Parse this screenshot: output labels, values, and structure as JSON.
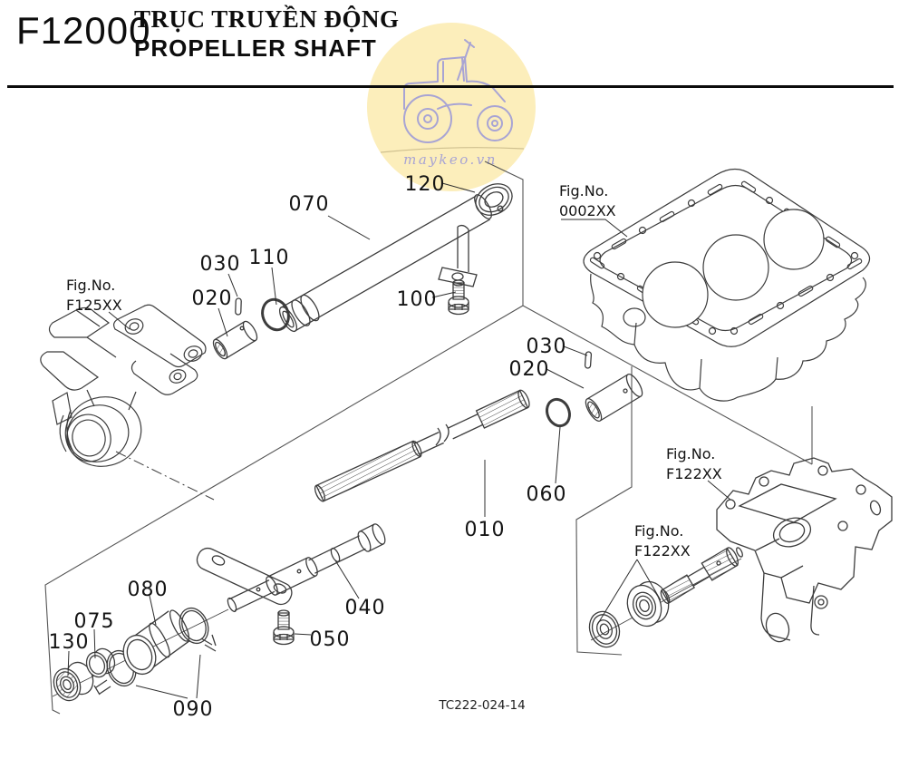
{
  "header": {
    "model_code": "F12000",
    "title_vi": "TRỤC TRUYỀN ĐỘNG",
    "title_en": "PROPELLER SHAFT"
  },
  "watermark": {
    "site": "maykeo.vn"
  },
  "footer": {
    "drawing_code": "TC222-024-14"
  },
  "fig_refs": {
    "transmission": {
      "label": "Fig.No.",
      "code": "F125XX"
    },
    "oil_pan": {
      "label": "Fig.No.",
      "code": "0002XX"
    },
    "housing": {
      "label": "Fig.No.",
      "code": "F122XX"
    },
    "bearing_set": {
      "label": "Fig.No.",
      "code": "F122XX"
    }
  },
  "callouts": {
    "c010": "010",
    "c020_upper": "020",
    "c020_mid": "020",
    "c030_upper": "030",
    "c030_mid": "030",
    "c040": "040",
    "c050": "050",
    "c060": "060",
    "c070": "070",
    "c075": "075",
    "c080": "080",
    "c090": "090",
    "c100": "100",
    "c110": "110",
    "c120": "120",
    "c130": "130"
  }
}
